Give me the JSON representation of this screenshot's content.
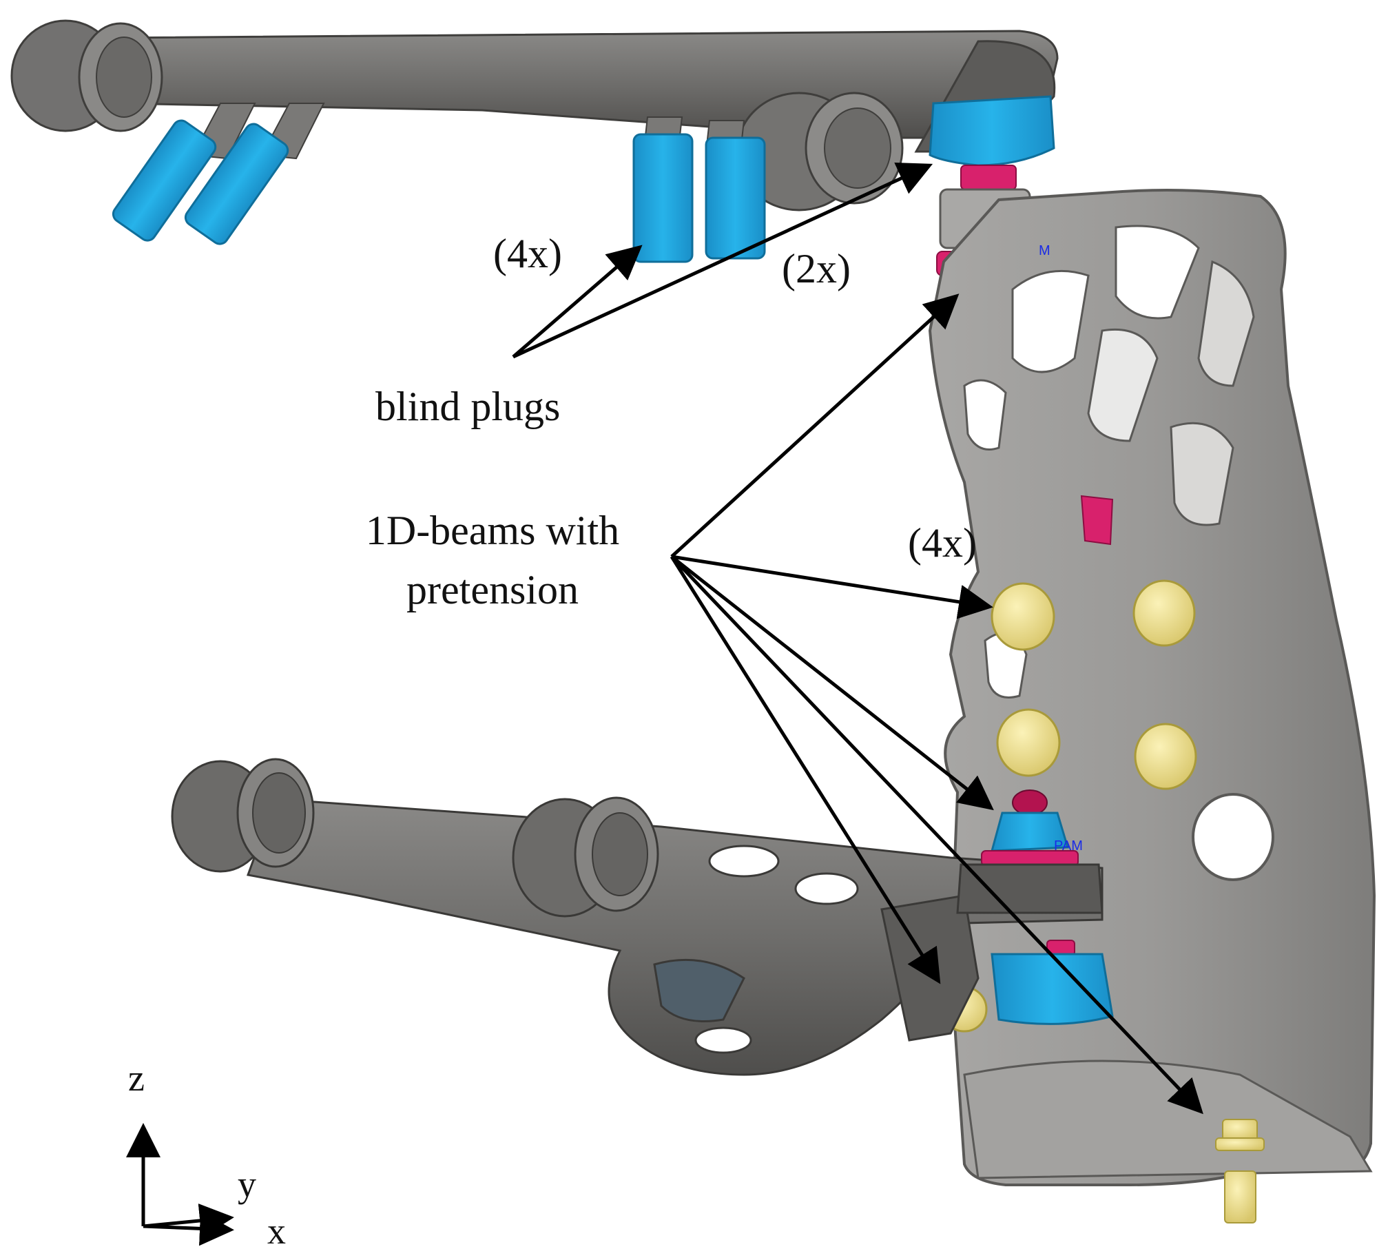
{
  "labels": {
    "count_upper_left": "(4x)",
    "count_upper_right": "(2x)",
    "blind_plugs": "blind plugs",
    "beams_line1": "1D-beams with",
    "beams_line2": "pretension",
    "count_bolts": "(4x)"
  },
  "axes": {
    "z": "z",
    "y": "y",
    "x": "x"
  },
  "marks": {
    "pam": "PAM"
  },
  "colors": {
    "body_gray": "#8f8e8c",
    "dark_gray": "#5f5e5c",
    "plug_blue": "#1fa8e0",
    "washer_magenta": "#d8216c",
    "bolt_yellow": "#efdf86",
    "arrow": "#000000"
  }
}
